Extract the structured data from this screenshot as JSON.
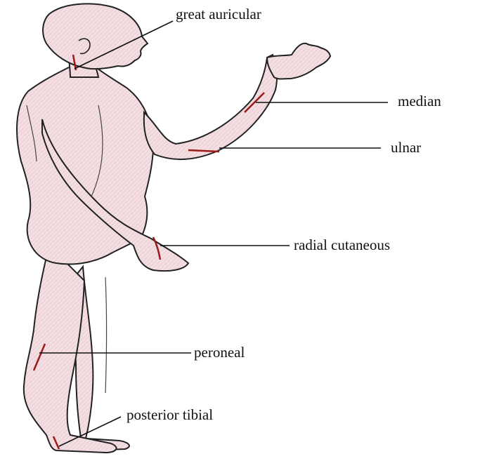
{
  "labels": {
    "great_auricular": "great auricular",
    "median": "median",
    "ulnar": "ulnar",
    "radial_cutaneous": "radial cutaneous",
    "peroneal": "peroneal",
    "posterior_tibial": "posterior tibial"
  },
  "colors": {
    "skin": "#f3dfe2",
    "outline": "#222222",
    "nerve": "#9b1b1b",
    "leader": "#111111"
  }
}
